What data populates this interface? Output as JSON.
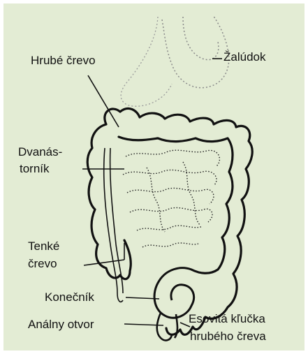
{
  "labels": {
    "hrube_crevo": "Hrubé črevo",
    "zaludok": "Žalúdok",
    "dvanastornik_1": "Dvanás-",
    "dvanastornik_2": "torník",
    "tenke_crevo_1": "Tenké",
    "tenke_crevo_2": "črevo",
    "konecnik": "Konečník",
    "analny_otvor": "Análny otvor",
    "esovita_1": "Esovitá kľučka",
    "esovita_2": "hrubého čreva"
  },
  "colors": {
    "background": "#e3ecd4",
    "outline": "#111111",
    "faint": "#8a8a8a"
  }
}
